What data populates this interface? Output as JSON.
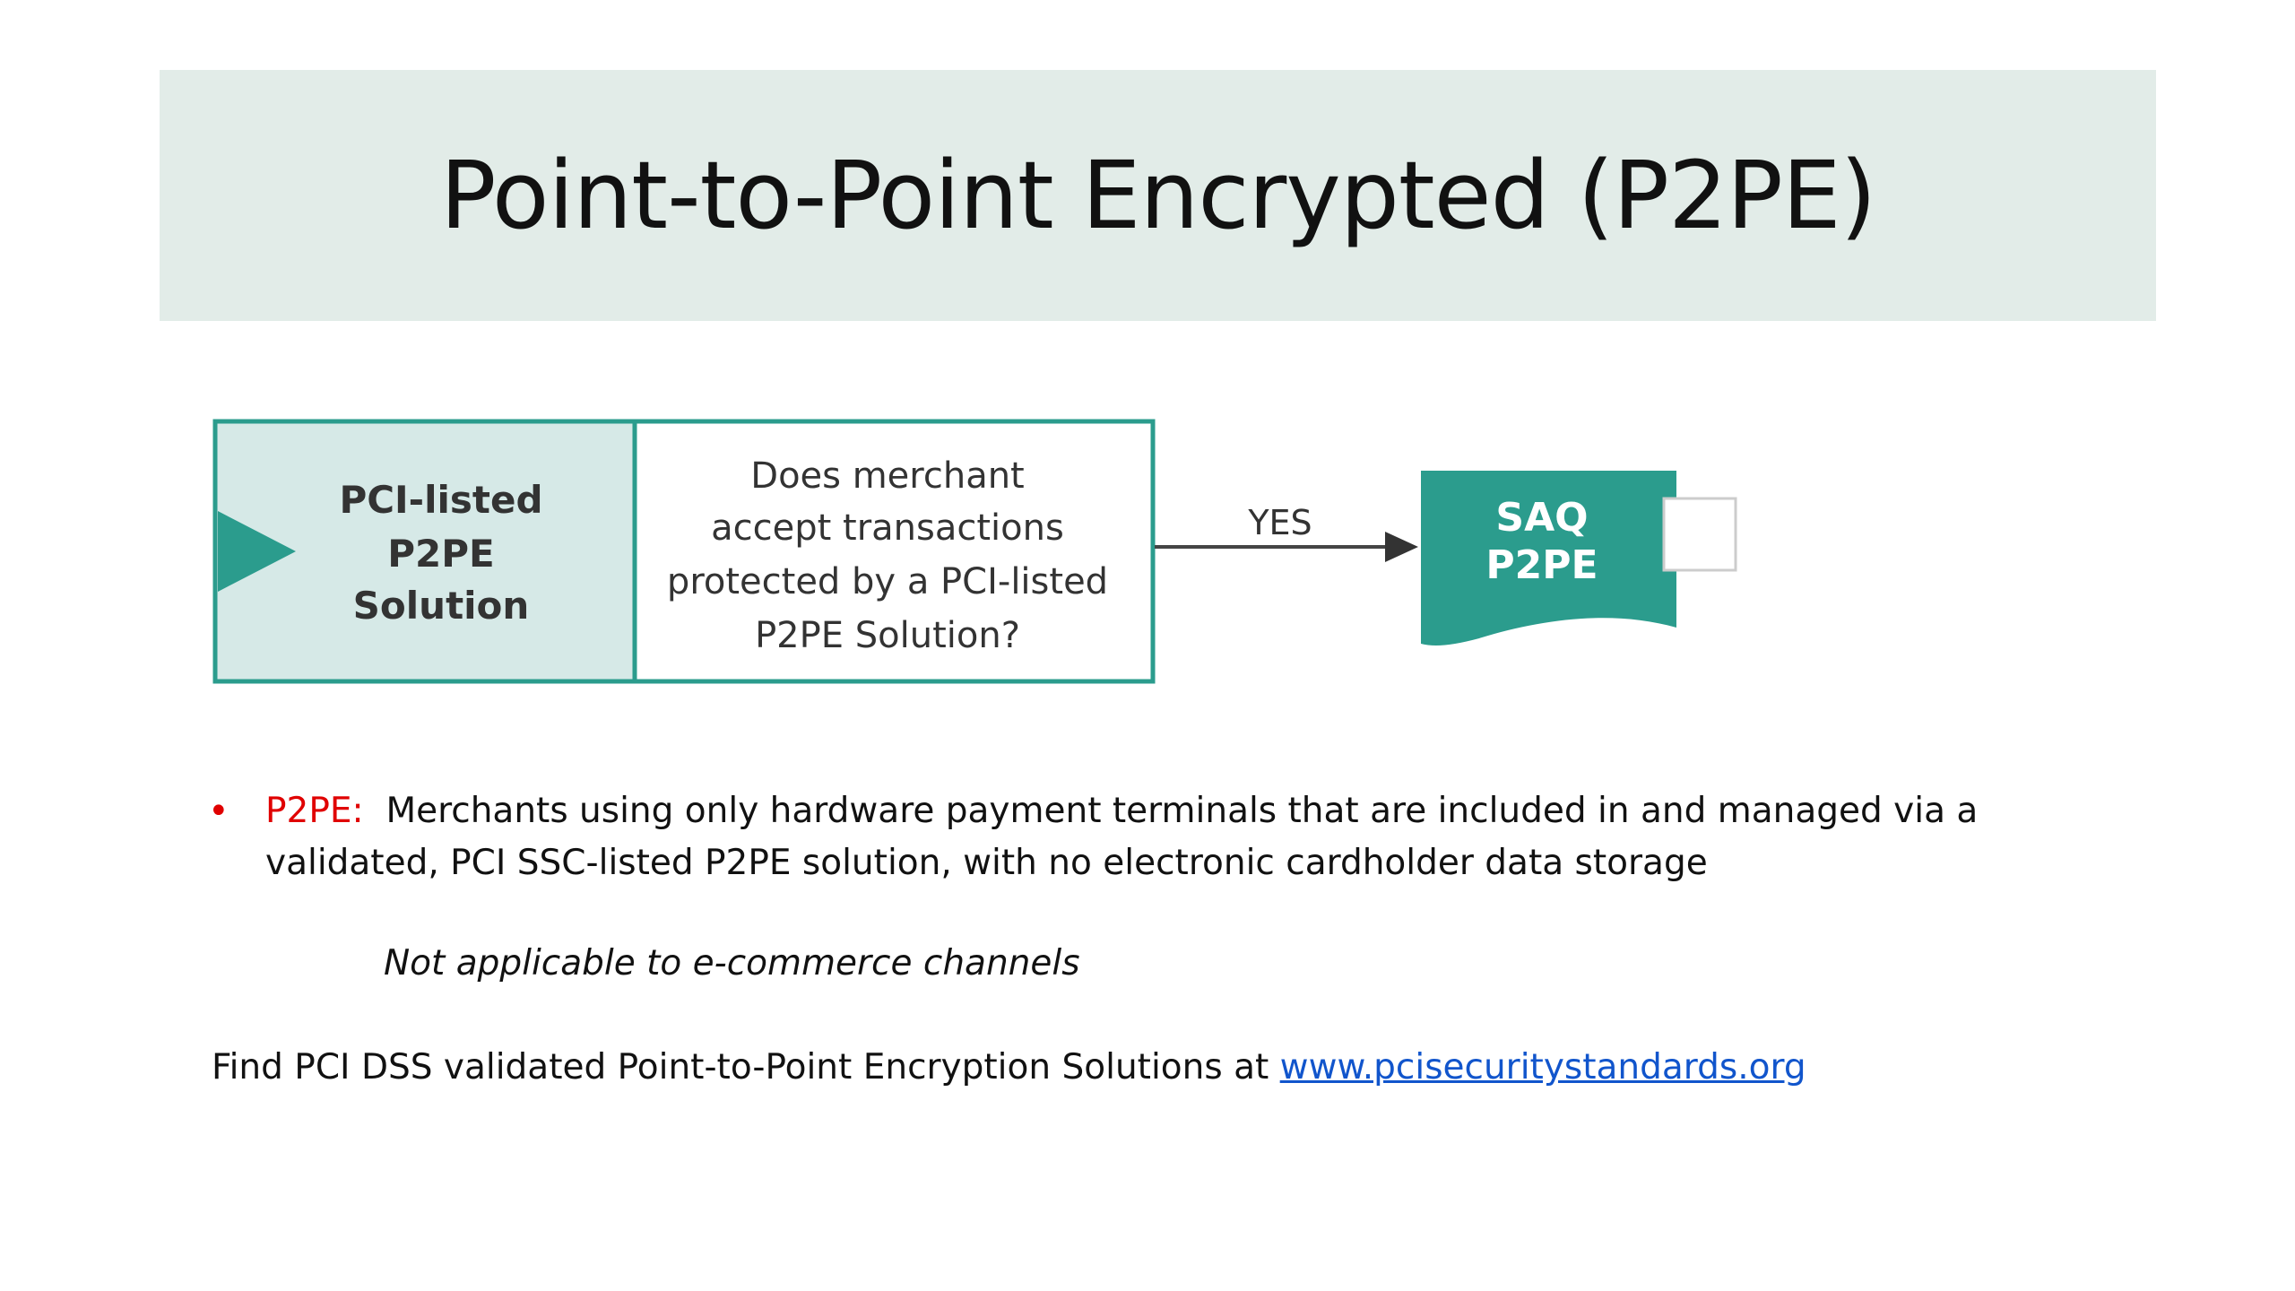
{
  "slide": {
    "title": "Point-to-Point Encrypted (P2PE)"
  },
  "flowchart": {
    "left_box_label": [
      "PCI-listed",
      "P2PE",
      "Solution"
    ],
    "question_lines": [
      "Does merchant",
      "accept transactions",
      "protected by a PCI-listed",
      "P2PE Solution?"
    ],
    "arrow_label": "YES",
    "result_label": [
      "SAQ",
      "P2PE"
    ],
    "colors": {
      "teal": "#2b9c8d",
      "teal_light": "#d6e9e7",
      "box_text": "#333333"
    }
  },
  "bullet": {
    "term": "P2PE:",
    "text_line1": "Merchants using only hardware payment terminals that are included in and managed via a",
    "text_line2": "validated, PCI SSC-listed P2PE solution, with no electronic cardholder data storage"
  },
  "note": "Not applicable to e-commerce channels",
  "find": {
    "prefix": "Find PCI DSS validated Point-to-Point Encryption Solutions at ",
    "link": "www.pcisecuritystandards.org"
  }
}
